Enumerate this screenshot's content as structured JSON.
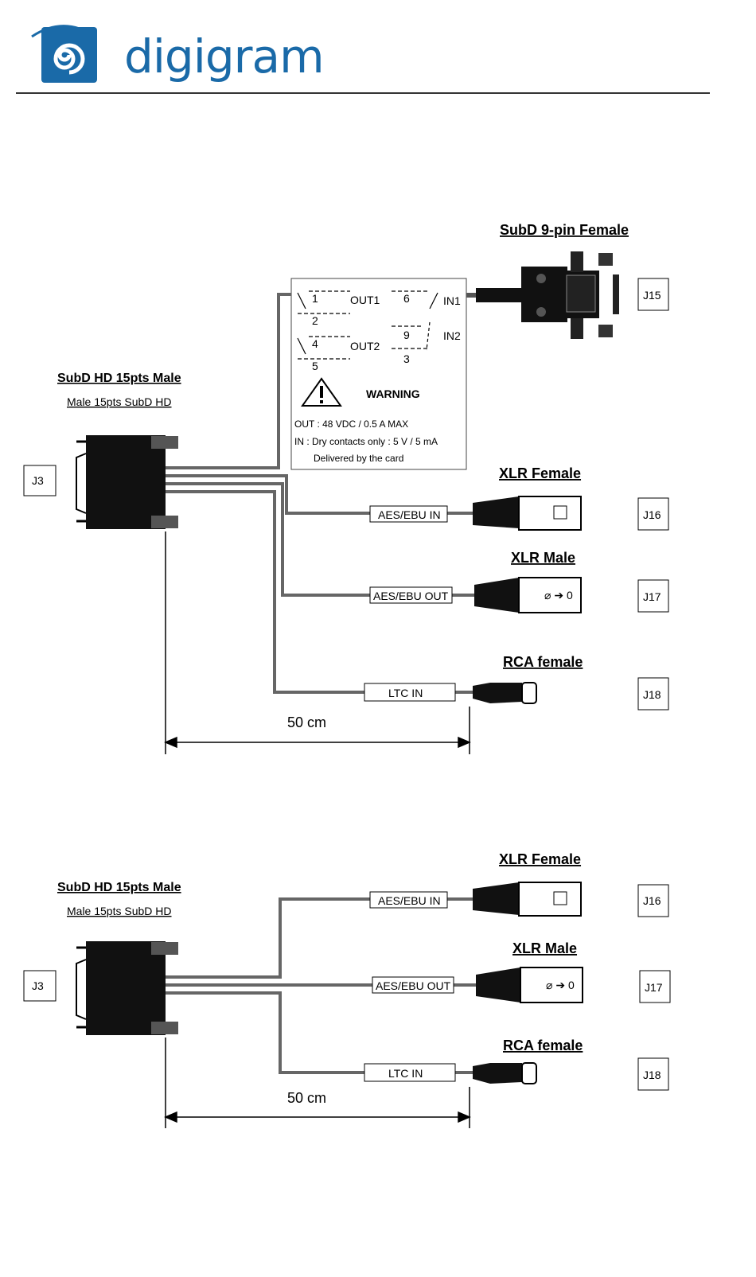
{
  "brand": {
    "name": "digigram",
    "logo_color": "#1a6aa8"
  },
  "diagram1": {
    "subd9_label": "SubD 9-pin Female",
    "j15": "J15",
    "relay": {
      "out1": "OUT1",
      "out2": "OUT2",
      "in1": "IN1",
      "in2": "IN2",
      "pins": {
        "p1": "1",
        "p2": "2",
        "p4": "4",
        "p5": "5",
        "p6": "6",
        "p9": "9",
        "p3": "3"
      },
      "warning": "WARNING",
      "line1": "OUT : 48 VDC / 0.5 A MAX",
      "line2": "IN : Dry contacts only : 5 V / 5 mA",
      "line3": "Delivered by the card"
    },
    "subdhd_label": "SubD HD 15pts Male",
    "subdhd_sub": "Male 15pts SubD HD",
    "j3": "J3",
    "xlr_female": "XLR Female",
    "aes_in": "AES/EBU IN",
    "j16": "J16",
    "xlr_male": "XLR Male",
    "aes_out": "AES/EBU OUT",
    "j17": "J17",
    "rca_female": "RCA female",
    "ltc_in": "LTC IN",
    "j18": "J18",
    "length": "50 cm"
  },
  "diagram2": {
    "subdhd_label": "SubD HD 15pts Male",
    "subdhd_sub": "Male 15pts SubD HD",
    "j3": "J3",
    "xlr_female": "XLR Female",
    "aes_in": "AES/EBU IN",
    "j16": "J16",
    "xlr_male": "XLR Male",
    "aes_out": "AES/EBU OUT",
    "j17": "J17",
    "rca_female": "RCA female",
    "ltc_in": "LTC IN",
    "j18": "J18",
    "length": "50 cm"
  }
}
